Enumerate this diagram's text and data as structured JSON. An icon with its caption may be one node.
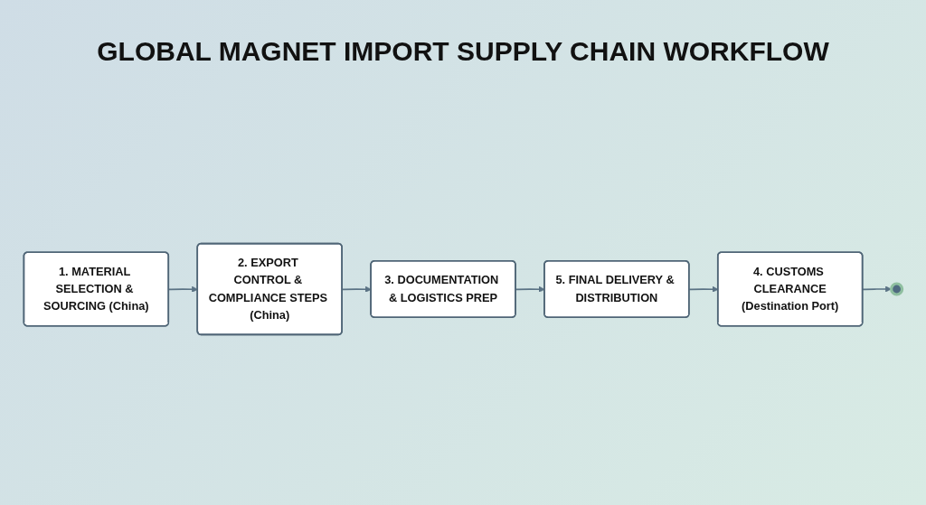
{
  "diagram": {
    "title": "GLOBAL MAGNET IMPORT SUPPLY CHAIN WORKFLOW",
    "nodes": [
      {
        "text": [
          "1. MATERIAL SELECTION & SOURCING (China)"
        ]
      },
      {
        "text": [
          "2. EXPORT CONTROL & COMPLIANCE STEPS (China)"
        ]
      },
      {
        "text": [
          "3. DOCUMENTATION & LOGISTICS PREP"
        ]
      },
      {
        "text": [
          "5. FINAL DELIVERY & DISTRIBUTION"
        ]
      },
      {
        "text": [
          "4. CUSTOMS CLEARANCE",
          "(Destination Port)"
        ]
      },
      {
        "text": [],
        "shape": "pin"
      }
    ],
    "edges": [
      {
        "from": 0,
        "to": 1,
        "arrow": "to"
      },
      {
        "from": 1,
        "to": 2,
        "arrow": "to"
      },
      {
        "from": 2,
        "to": 3,
        "arrow": "to"
      },
      {
        "from": 3,
        "to": 4,
        "arrow": "to"
      },
      {
        "from": 4,
        "to": 5,
        "arrow": "to"
      }
    ]
  }
}
